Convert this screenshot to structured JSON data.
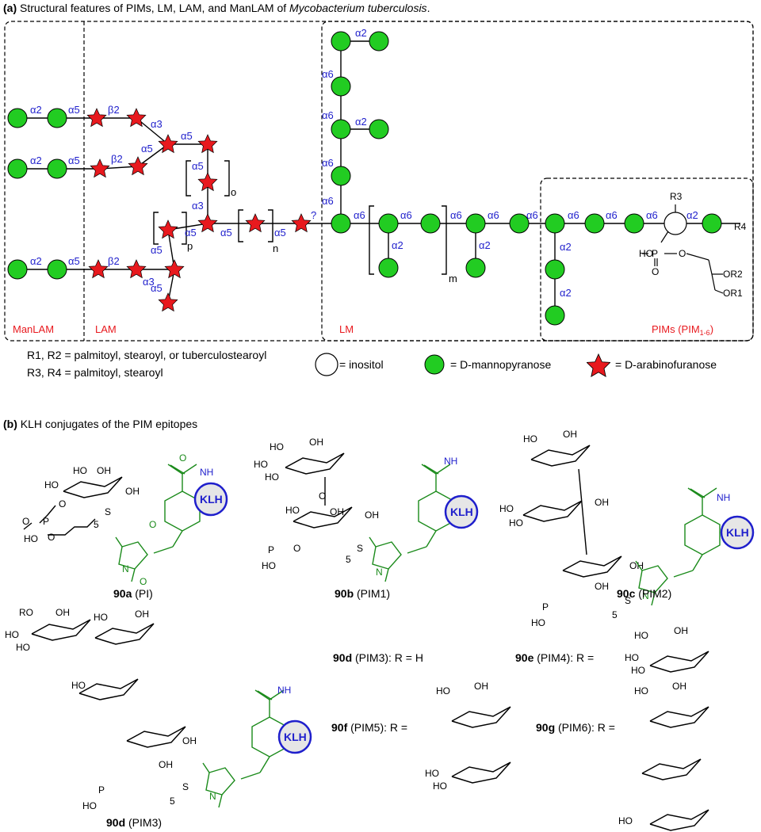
{
  "part_a": {
    "label": "(a)",
    "title_plain": "Structural features of PIMs, LM, LAM, and ManLAM of",
    "title_italic": "Mycobacterium tuberculosis",
    "title_end": ".",
    "region_labels": {
      "manlam": "ManLAM",
      "lam": "LAM",
      "lm": "LM",
      "pims": "PIMs (PIM",
      "pims_sub": "1-6",
      "pims_end": ")"
    },
    "linkages": {
      "a2": "α2",
      "a3": "α3",
      "a5": "α5",
      "a6": "α6",
      "b2": "β2",
      "q": "?"
    },
    "repeat_indices": {
      "o": "o",
      "p": "p",
      "n": "n",
      "m": "m"
    },
    "substituents": {
      "r3": "R3",
      "r4": "R4",
      "ho": "HO",
      "p": "P",
      "o": "O",
      "or2": "OR2",
      "or1": "OR1"
    },
    "r_definitions": {
      "line1": "R1, R2 = palmitoyl, stearoyl, or tuberculostearoyl",
      "line2": "R3, R4 = palmitoyl, stearoyl"
    },
    "legend": {
      "inositol": "= inositol",
      "mannopyranose": "= D-mannopyranose",
      "arabinofuranose": "= D-arabinofuranose"
    }
  },
  "part_b": {
    "label": "(b)",
    "title": "KLH conjugates of the PIM epitopes",
    "carrier": "KLH",
    "compounds": [
      {
        "id": "90a",
        "name": "(PI)"
      },
      {
        "id": "90b",
        "name": "(PIM1)"
      },
      {
        "id": "90c",
        "name": "(PIM2)"
      },
      {
        "id": "90d",
        "name": "(PIM3)"
      }
    ],
    "r_variants": [
      {
        "id": "90d",
        "name": "(PIM3): R = H"
      },
      {
        "id": "90e",
        "name": "(PIM4): R ="
      },
      {
        "id": "90f",
        "name": "(PIM5): R ="
      },
      {
        "id": "90g",
        "name": "(PIM6): R ="
      }
    ],
    "atoms": {
      "ho": "HO",
      "oh": "OH",
      "o": "O",
      "p": "P",
      "s": "S",
      "n": "N",
      "nh": "NH",
      "ro": "RO",
      "r_eq": "R =",
      "five": "5"
    }
  },
  "colors": {
    "mannose": "#22cc22",
    "arabinose": "#e8191e",
    "linkage_text": "#1f1fcc",
    "region_label": "#e8191e",
    "linker": "#1a8a1a",
    "klh": "#1f1fcc",
    "klh_fill": "#e6e6e6"
  }
}
